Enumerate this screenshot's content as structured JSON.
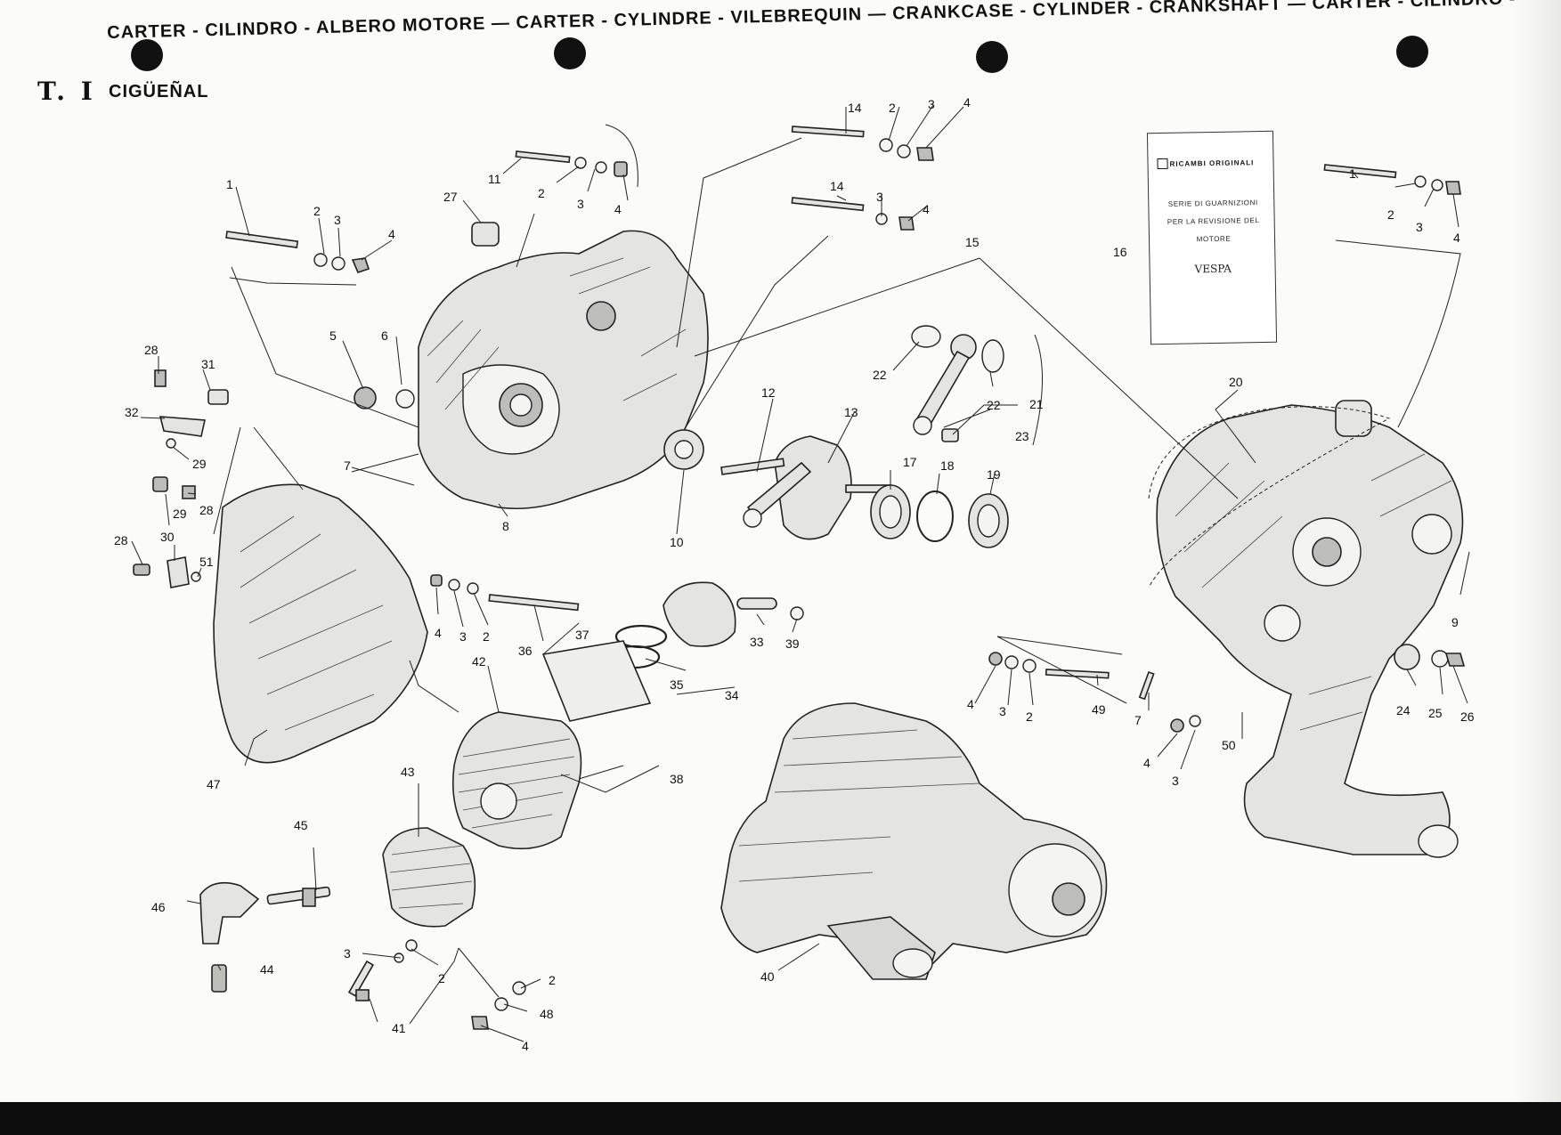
{
  "header": {
    "plate_id": "T. I",
    "title_line1": "CARTER - CILINDRO - ALBERO MOTORE — CARTER - CYLINDRE - VILEBREQUIN — CRANKCASE - CYLINDER - CRANKSHAFT — CARTER - CILINDRO -",
    "title_line2": "CIGÜEÑAL"
  },
  "gasket_kit": {
    "brand": "RICAMBI ORIGINALI",
    "line1": "SERIE DI GUARNIZIONI",
    "line2": "PER LA REVISIONE DEL",
    "line3": "MOTORE",
    "logo_text": "VESPA"
  },
  "callouts": [
    "1",
    "2",
    "3",
    "4",
    "5",
    "6",
    "7",
    "8",
    "9",
    "10",
    "11",
    "12",
    "13",
    "14",
    "15",
    "16",
    "17",
    "18",
    "19",
    "20",
    "21",
    "22",
    "23",
    "24",
    "25",
    "26",
    "27",
    "28",
    "29",
    "30",
    "31",
    "32",
    "33",
    "34",
    "35",
    "36",
    "37",
    "38",
    "39",
    "40",
    "41",
    "42",
    "43",
    "44",
    "45",
    "46",
    "47",
    "48",
    "49",
    "50",
    "51"
  ],
  "labels": {
    "c1a": "1",
    "c2a": "2",
    "c3a": "3",
    "c4a": "4",
    "c11": "11",
    "c2b": "2",
    "c3b": "3",
    "c4b": "4",
    "c14a": "14",
    "c2c": "2",
    "c3c": "3",
    "c4c": "4",
    "c14b": "14",
    "c3d": "3",
    "c4d": "4",
    "c27": "27",
    "c15": "15",
    "c16": "16",
    "c1b": "1",
    "c2d": "2",
    "c3e": "3",
    "c4e": "4",
    "c5": "5",
    "c6": "6",
    "c28a": "28",
    "c31": "31",
    "c32": "32",
    "c29a": "29",
    "c29b": "29",
    "c28b": "28",
    "c7a": "7",
    "c8": "8",
    "c10": "10",
    "c12": "12",
    "c13": "13",
    "c22a": "22",
    "c22b": "22",
    "c21": "21",
    "c23": "23",
    "c17": "17",
    "c18": "18",
    "c19": "19",
    "c20": "20",
    "c28c": "28",
    "c30": "30",
    "c51": "51",
    "c4f": "4",
    "c3f": "3",
    "c2e": "2",
    "c36": "36",
    "c37": "37",
    "c33": "33",
    "c39": "39",
    "c35": "35",
    "c34": "34",
    "c42": "42",
    "c38": "38",
    "c47": "47",
    "c43": "43",
    "c9": "9",
    "c24": "24",
    "c25": "25",
    "c26": "26",
    "c4g": "4",
    "c3g": "3",
    "c2f": "2",
    "c49": "49",
    "c7b": "7",
    "c4h": "4",
    "c3h": "3",
    "c50": "50",
    "c45": "45",
    "c46": "46",
    "c44": "44",
    "c3i": "3",
    "c2g": "2",
    "c41": "41",
    "c2h": "2",
    "c48": "48",
    "c4i": "4",
    "c40": "40"
  }
}
